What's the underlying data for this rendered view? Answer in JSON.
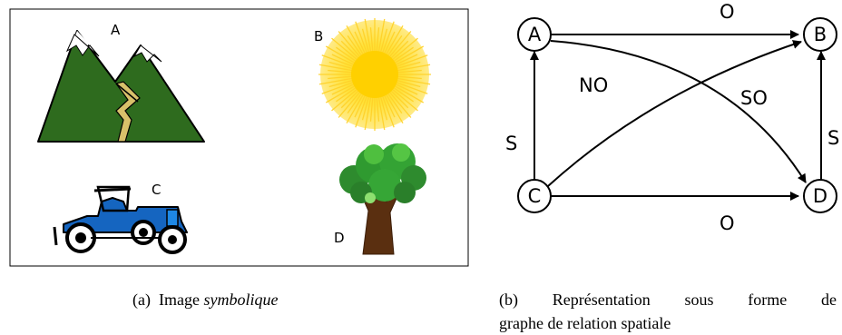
{
  "left_panel": {
    "labels": {
      "a": "A",
      "b": "B",
      "c": "C",
      "d": "D"
    },
    "caption": {
      "prefix": "(a)",
      "word": "Image",
      "emphasis": "symbolique"
    }
  },
  "graph": {
    "nodes": [
      "A",
      "B",
      "C",
      "D"
    ],
    "edges": [
      {
        "from": "A",
        "to": "B",
        "label": "O"
      },
      {
        "from": "C",
        "to": "D",
        "label": "O"
      },
      {
        "from": "C",
        "to": "A",
        "label": "S"
      },
      {
        "from": "D",
        "to": "B",
        "label": "S"
      },
      {
        "from": "C",
        "to": "B",
        "label": "NO"
      },
      {
        "from": "A",
        "to": "D",
        "label": "SO"
      }
    ],
    "caption": {
      "line1": "(b) Représentation sous forme de",
      "line2": "graphe de relation spatiale"
    }
  }
}
